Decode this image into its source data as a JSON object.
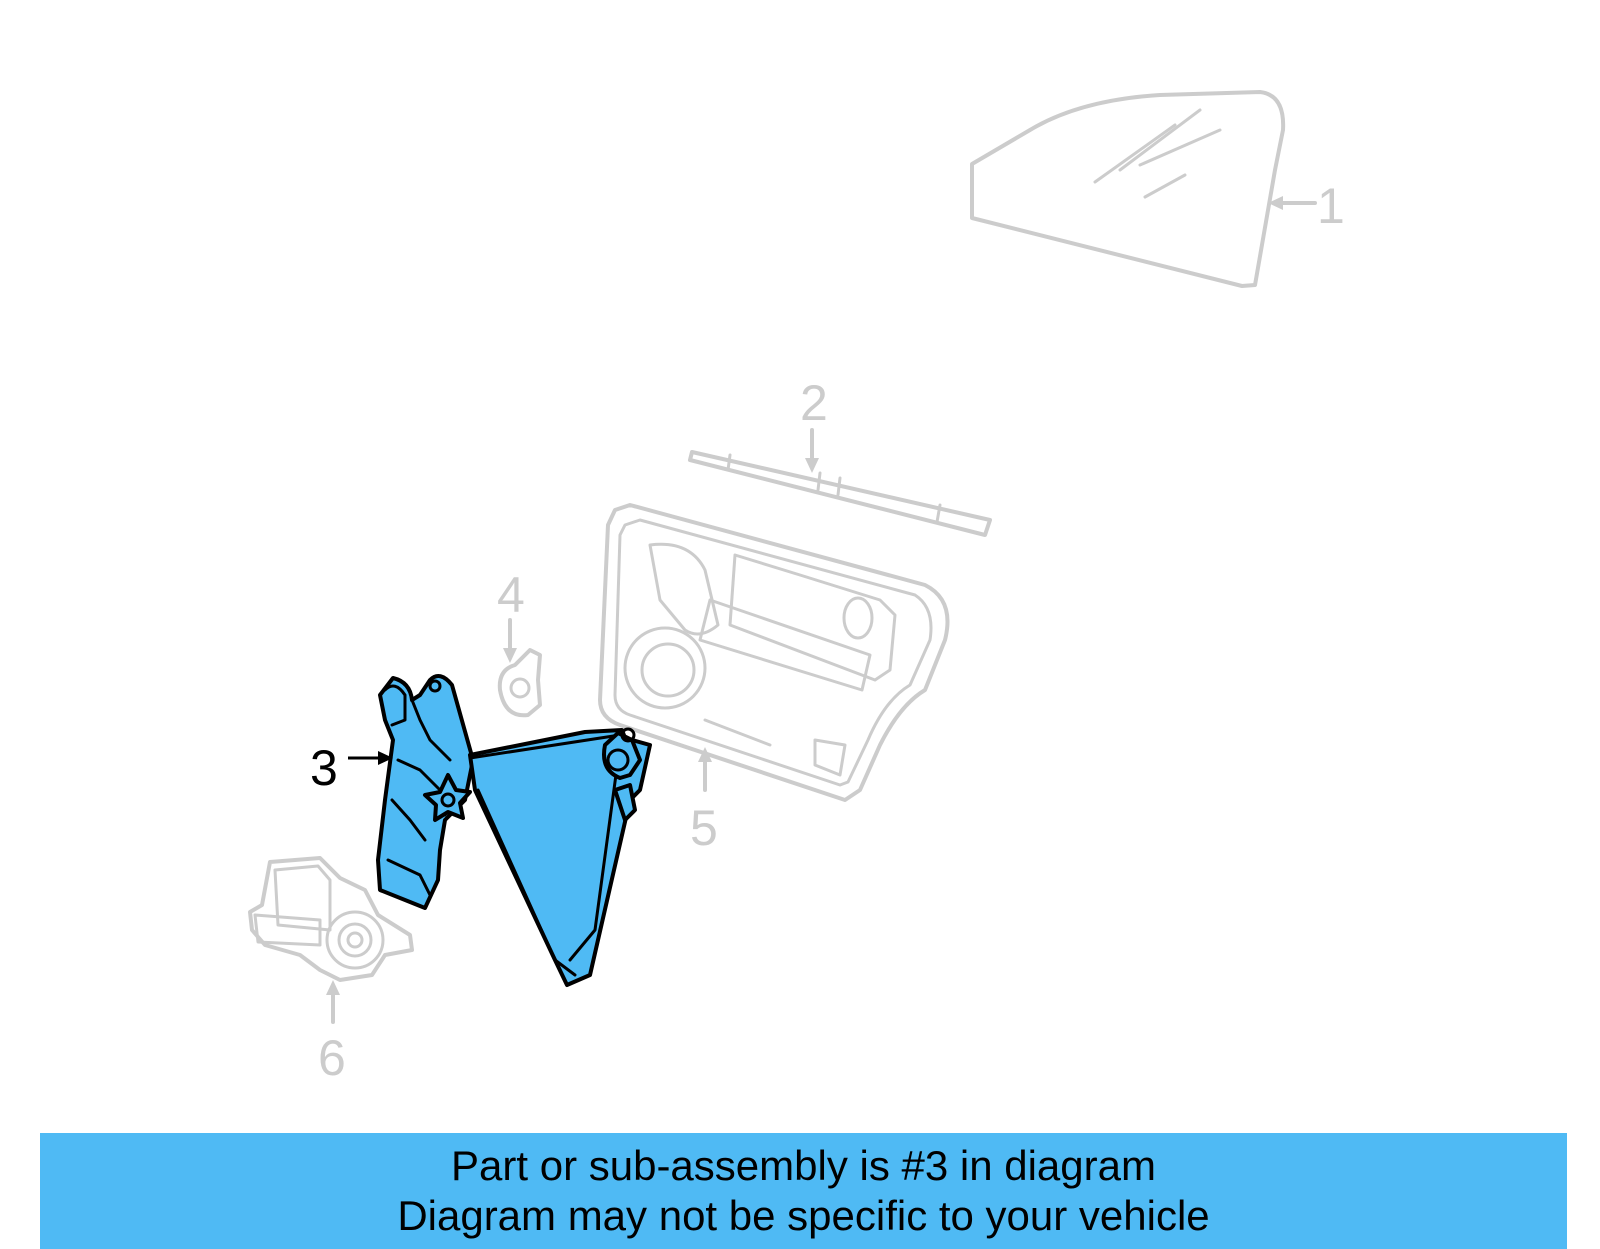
{
  "callouts": [
    {
      "id": "1",
      "label": "1",
      "highlighted": false
    },
    {
      "id": "2",
      "label": "2",
      "highlighted": false
    },
    {
      "id": "3",
      "label": "3",
      "highlighted": true
    },
    {
      "id": "4",
      "label": "4",
      "highlighted": false
    },
    {
      "id": "5",
      "label": "5",
      "highlighted": false
    },
    {
      "id": "6",
      "label": "6",
      "highlighted": false
    }
  ],
  "colors": {
    "highlight": "#4fbaf4",
    "ghost_parts": "#cccccc",
    "highlight_outline": "#000000",
    "background": "#ffffff"
  },
  "banner": {
    "line1": "Part or sub-assembly is #3 in diagram",
    "line2": "Diagram may not be specific to your vehicle"
  }
}
